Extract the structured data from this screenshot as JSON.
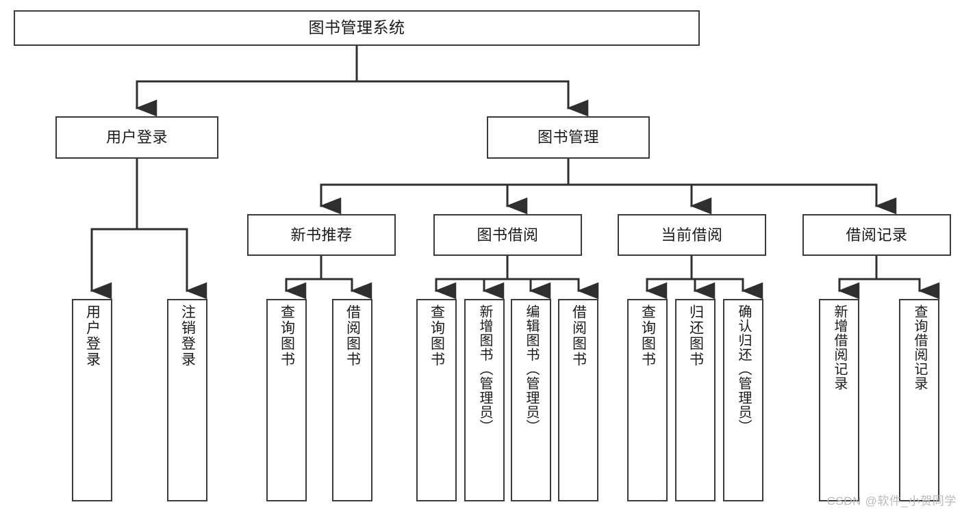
{
  "diagram": {
    "type": "tree-hierarchy",
    "title": "图书管理系统",
    "root": {
      "label": "图书管理系统"
    },
    "level2": [
      {
        "label": "用户登录"
      },
      {
        "label": "图书管理"
      }
    ],
    "level3": [
      {
        "label": "新书推荐"
      },
      {
        "label": "图书借阅"
      },
      {
        "label": "当前借阅"
      },
      {
        "label": "借阅记录"
      }
    ],
    "leaf_groups": [
      {
        "parent": "用户登录",
        "leaves": [
          {
            "label": "用户登录"
          },
          {
            "label": "注销登录"
          }
        ]
      },
      {
        "parent": "新书推荐",
        "leaves": [
          {
            "label": "查询图书"
          },
          {
            "label": "借阅图书"
          }
        ]
      },
      {
        "parent": "图书借阅",
        "leaves": [
          {
            "label": "查询图书"
          },
          {
            "label": "新增图书（管理员）"
          },
          {
            "label": "编辑图书（管理员）"
          },
          {
            "label": "借阅图书"
          }
        ]
      },
      {
        "parent": "当前借阅",
        "leaves": [
          {
            "label": "查询图书"
          },
          {
            "label": "归还图书"
          },
          {
            "label": "确认归还（管理员）"
          }
        ]
      },
      {
        "parent": "借阅记录",
        "leaves": [
          {
            "label": "新增借阅记录"
          },
          {
            "label": "查询借阅记录"
          }
        ]
      }
    ]
  },
  "watermark": {
    "text": "CSDN @软件_小贺同学"
  },
  "colors": {
    "stroke": "#3a3a3a",
    "fill": "#ffffff",
    "text": "#1a1a1a",
    "watermark": "#b9b9b9"
  }
}
